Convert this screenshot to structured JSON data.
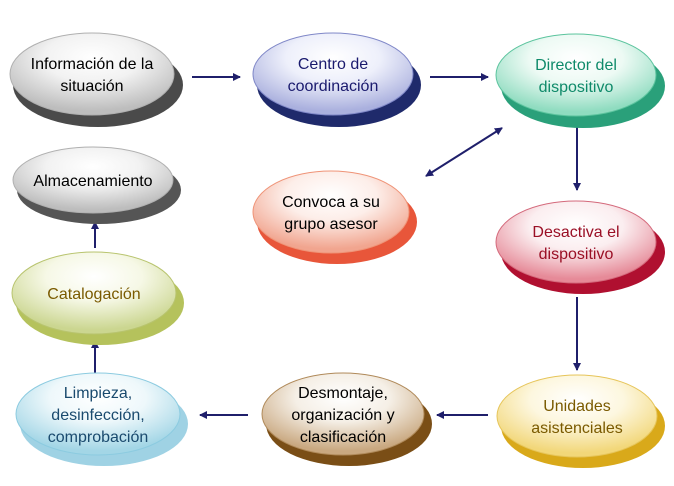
{
  "nodes": {
    "informacion": {
      "lines": [
        "Información de la",
        "situación"
      ],
      "color": "#000000"
    },
    "centro": {
      "lines": [
        "Centro de",
        "coordinación"
      ],
      "color": "#1a1a6e"
    },
    "director": {
      "lines": [
        "Director del",
        "dispositivo"
      ],
      "color": "#0f8a6a"
    },
    "almacenamiento": {
      "lines": [
        "Almacenamiento"
      ],
      "color": "#000000"
    },
    "convoca": {
      "lines": [
        "Convoca a su",
        "grupo asesor"
      ],
      "color": "#000000"
    },
    "desactiva": {
      "lines": [
        "Desactiva el",
        "dispositivo"
      ],
      "color": "#9a0f25"
    },
    "catalogacion": {
      "lines": [
        "Catalogación"
      ],
      "color": "#7a5a00"
    },
    "unidades": {
      "lines": [
        "Unidades",
        "asistenciales"
      ],
      "color": "#7a5a00"
    },
    "desmontaje": {
      "lines": [
        "Desmontaje,",
        "organización y",
        "clasificación"
      ],
      "color": "#000000"
    },
    "limpieza": {
      "lines": [
        "Limpieza,",
        "desinfección,",
        "comprobación"
      ],
      "color": "#1a4a6e"
    }
  },
  "colors": {
    "arrow": "#1f1f6b"
  }
}
